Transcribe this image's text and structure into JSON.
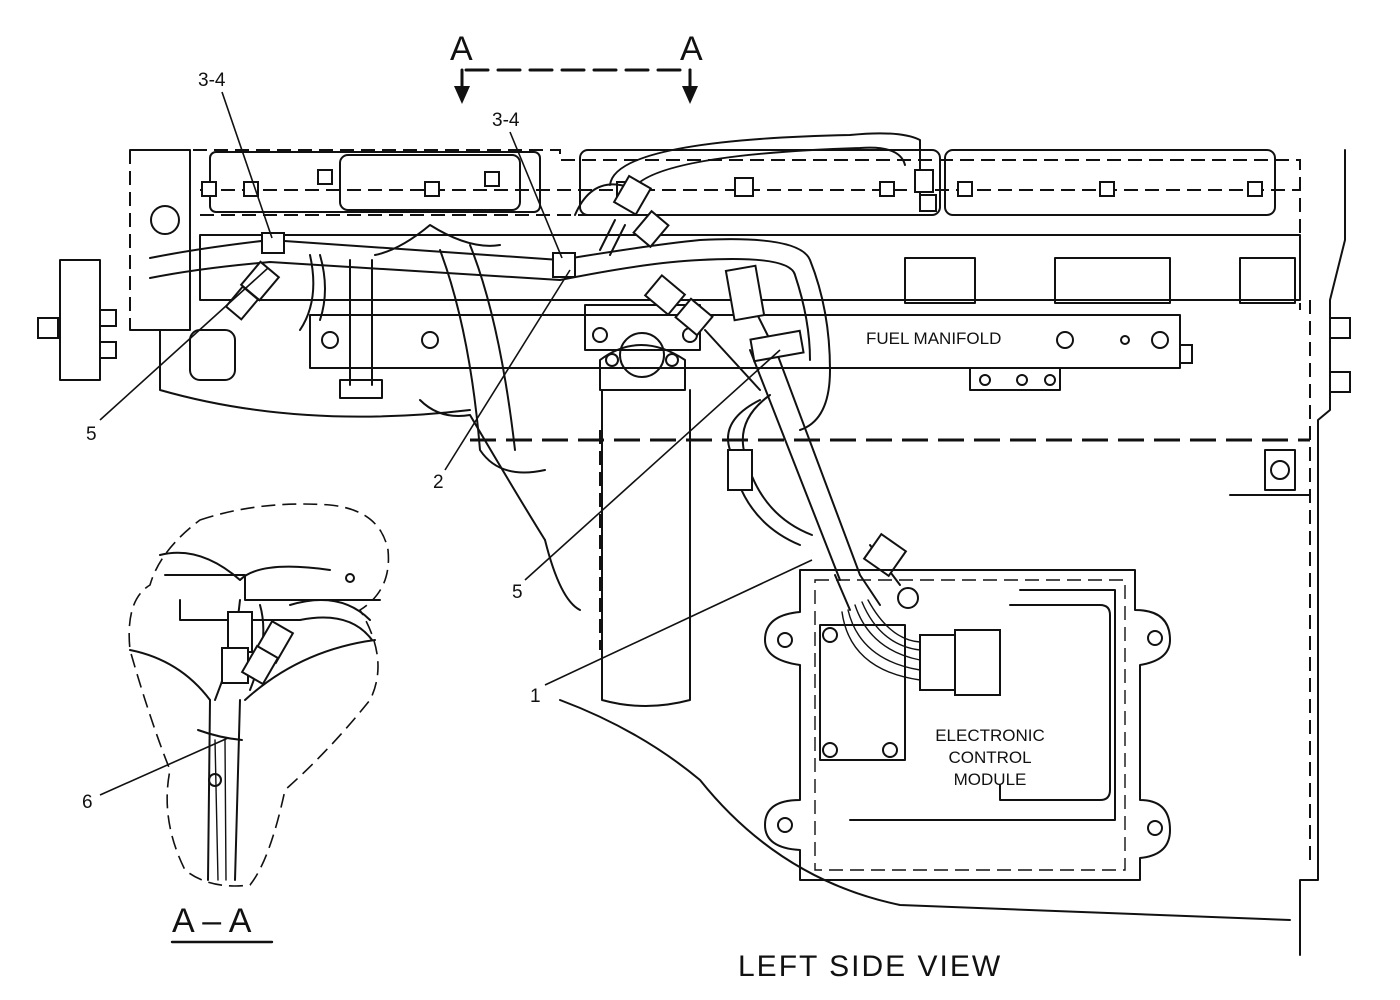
{
  "diagram": {
    "view_title": "LEFT SIDE VIEW",
    "section_view_title": "A – A",
    "section_markers": {
      "left": "A",
      "right": "A"
    },
    "component_labels": {
      "fuel_manifold": "FUEL MANIFOLD",
      "ecm_line1": "ELECTRONIC",
      "ecm_line2": "CONTROL",
      "ecm_line3": "MODULE"
    },
    "callouts": [
      {
        "id": "callout-3-4-left",
        "text": "3-4"
      },
      {
        "id": "callout-3-4-center",
        "text": "3-4"
      },
      {
        "id": "callout-5-left",
        "text": "5"
      },
      {
        "id": "callout-2",
        "text": "2"
      },
      {
        "id": "callout-5-center",
        "text": "5"
      },
      {
        "id": "callout-1",
        "text": "1"
      },
      {
        "id": "callout-6",
        "text": "6"
      }
    ]
  }
}
